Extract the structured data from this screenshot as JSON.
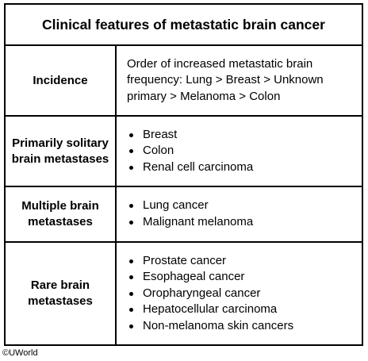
{
  "title": "Clinical features of metastatic brain cancer",
  "rows": [
    {
      "label": "Incidence",
      "text": "Order of increased metastatic brain frequency: Lung > Breast > Unknown primary > Melanoma > Colon"
    },
    {
      "label": "Primarily solitary brain metastases",
      "items": [
        "Breast",
        "Colon",
        "Renal cell carcinoma"
      ]
    },
    {
      "label": "Multiple brain metastases",
      "items": [
        "Lung cancer",
        "Malignant melanoma"
      ]
    },
    {
      "label": "Rare brain metastases",
      "items": [
        "Prostate cancer",
        "Esophageal cancer",
        "Oropharyngeal cancer",
        "Hepatocellular carcinoma",
        "Non-melanoma skin cancers"
      ]
    }
  ],
  "copyright": "©UWorld"
}
